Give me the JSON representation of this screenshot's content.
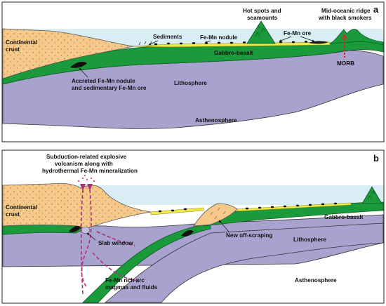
{
  "panel_a": {
    "letter": "a",
    "labels": {
      "continental_crust_1": "Continental",
      "continental_crust_2": "crust",
      "sediments": "Sediments",
      "fe_mn_nodule": "Fe-Mn nodule",
      "hot_spots_1": "Hot spots and",
      "hot_spots_2": "seamounts",
      "fe_mn_ore": "Fe-Mn ore",
      "ridge_1": "Mid-oceanic ridge",
      "ridge_2": "with black smokers",
      "gabbro_basalt": "Gabbro-basalt",
      "lithosphere": "Lithosphere",
      "accreted_1": "Accreted Fe-Mn nodule",
      "accreted_2": "and sedimentary Fe-Mn ore",
      "morb": "MORB",
      "asthenosphere": "Asthenosphere"
    }
  },
  "panel_b": {
    "letter": "b",
    "labels": {
      "volcanism_1": "Subduction-related explosive",
      "volcanism_2": "volcanism along with",
      "volcanism_3": "hydrothermal Fe-Mn mineralization",
      "continental_crust_1": "Continental",
      "continental_crust_2": "crust",
      "slab_window": "Slab window",
      "new_off_scraping": "New off-scraping",
      "gabbro_basalt": "Gabbro-basalt",
      "lithosphere": "Lithosphere",
      "fe_mn_arc_1": "Fe-Mn rich arc",
      "fe_mn_arc_2": "magmas and fluids",
      "asthenosphere": "Asthenosphere"
    }
  },
  "colors": {
    "ocean": "#d9eef4",
    "continental_crust": "#f6c98a",
    "gabbro_basalt": "#1a9a3a",
    "lithosphere": "#a8a2cf",
    "sediment": "#f2ea4a",
    "magma_path": "#b0307a",
    "morb": "#e02020"
  }
}
